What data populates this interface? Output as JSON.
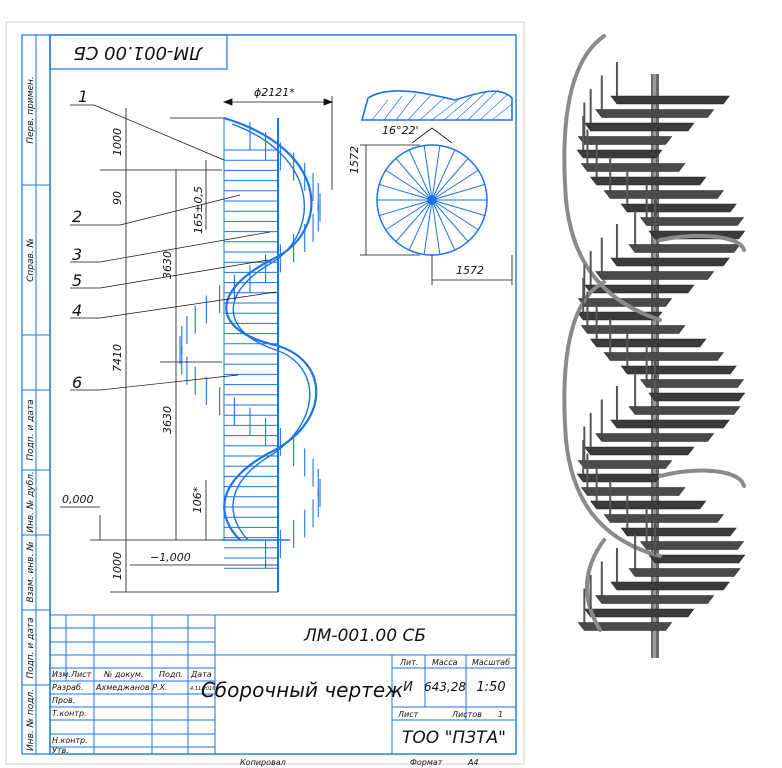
{
  "stamp_top": "ЛМ-001.00 СБ",
  "side_labels": [
    "Перв. примен.",
    "Справ. №",
    "Подп. и дата",
    "Инв. № дубл.",
    "Взам. инв. №",
    "Подп. и дата",
    "Инв. № подл."
  ],
  "dimensions": {
    "diameter": "ϕ2121*",
    "d1000_top": "1000",
    "d90": "90",
    "d165": "165±0,5",
    "d3630_upper": "3630",
    "d7410": "7410",
    "d3630_lower": "3630",
    "d106": "106*",
    "level_zero": "0,000",
    "level_minus": "−1,000",
    "d1000_bottom": "1000",
    "plan_angle": "16°22'",
    "plan_height": "1572",
    "plan_width": "1572"
  },
  "callouts": [
    "1",
    "2",
    "3",
    "5",
    "4",
    "6"
  ],
  "title_block": {
    "designation": "ЛМ-001.00 СБ",
    "doc_title": "Сборочный чертеж",
    "col_headers": [
      "Изм.",
      "Лист",
      "№ докум.",
      "Подп.",
      "Дата"
    ],
    "row_labels": [
      "Разраб.",
      "Пров.",
      "Т.контр.",
      "Н.контр.",
      "Утв."
    ],
    "developer": "Ахмеджанов Р.Х.",
    "date": "4.11.2016",
    "lit_label": "Лит.",
    "mass_label": "Масса",
    "scale_label": "Масштаб",
    "lit_value": "И",
    "mass_value": "643,28",
    "scale_value": "1:50",
    "sheet_label": "Лист",
    "sheets_label": "Листов",
    "sheets_value": "1",
    "company": "ТОО \"ПЗТА\"",
    "copied": "Копировал",
    "format": "Формат",
    "format_value": "А4"
  }
}
